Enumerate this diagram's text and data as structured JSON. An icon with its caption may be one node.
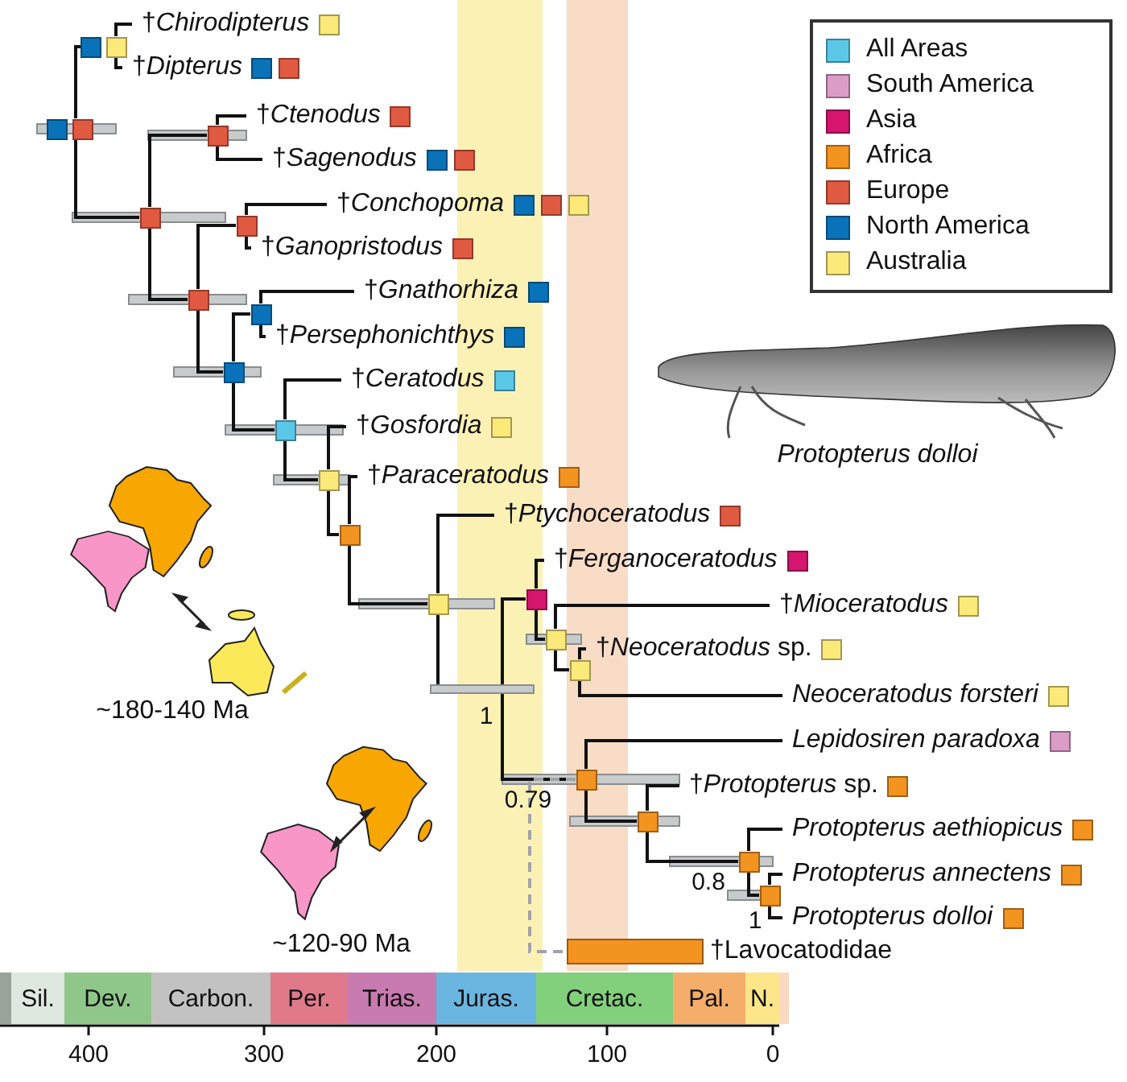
{
  "diagram": {
    "nodes": [
      {
        "text": [],
        "shape": "box"
      },
      {
        "text": [],
        "shape": "box"
      },
      {
        "text": [
          "†*Chirodipterus*"
        ]
      },
      {
        "text": [
          "†*Dipterus*"
        ]
      },
      {
        "text": [],
        "shape": "box"
      },
      {
        "text": [],
        "shape": "box"
      },
      {
        "text": [
          "†*Ctenodus*"
        ]
      },
      {
        "text": [
          "†*Sagenodus*"
        ]
      },
      {
        "text": [],
        "shape": "box"
      },
      {
        "text": [],
        "shape": "box"
      },
      {
        "text": [
          "†*Conchopoma*"
        ]
      },
      {
        "text": [
          "†*Ganopristodus*"
        ]
      },
      {
        "text": [],
        "shape": "box"
      },
      {
        "text": [],
        "shape": "box"
      },
      {
        "text": [
          "†*Gnathorhiza*"
        ]
      },
      {
        "text": [
          "†*Persephonichthys*"
        ]
      },
      {
        "text": [],
        "shape": "box"
      },
      {
        "text": [
          "†*Ceratodus*"
        ]
      },
      {
        "text": [],
        "shape": "box"
      },
      {
        "text": [
          "†*Gosfordia*"
        ]
      },
      {
        "text": [],
        "shape": "box"
      },
      {
        "text": [
          "†*Paraceratodus*"
        ]
      },
      {
        "text": [],
        "shape": "box"
      },
      {
        "text": [
          "†*Ptychoceratodus*"
        ]
      },
      {
        "text": [],
        "shape": "bar"
      },
      {
        "text": [],
        "shape": "box"
      },
      {
        "text": [
          "†*Ferganoceratodus*"
        ]
      },
      {
        "text": [],
        "shape": "box"
      },
      {
        "text": [
          "†*Mioceratodus*"
        ]
      },
      {
        "text": [],
        "shape": "box"
      },
      {
        "text": [
          "†*Neoceratodus* sp."
        ]
      },
      {
        "text": [
          "Neoceratodus forsteri"
        ]
      },
      {
        "text": [],
        "shape": "box"
      },
      {
        "text": [
          "Lepidosiren paradoxa"
        ]
      },
      {
        "text": [],
        "shape": "box"
      },
      {
        "text": [
          "†*Protopterus* sp."
        ]
      },
      {
        "text": [],
        "shape": "box"
      },
      {
        "text": [
          "Protopterus aethiopicus"
        ]
      },
      {
        "text": [],
        "shape": "box"
      },
      {
        "text": [
          "Protopterus annectens"
        ]
      },
      {
        "text": [
          "Protopterus dolloi"
        ]
      },
      {
        "text": [
          "†Lavocatodidae"
        ]
      }
    ],
    "edges": [
      {
        "from": 0,
        "to": 1,
        "arrow": "none"
      },
      {
        "from": 1,
        "to": 2,
        "arrow": "none"
      },
      {
        "from": 1,
        "to": 3,
        "arrow": "none"
      },
      {
        "from": 0,
        "to": 4,
        "arrow": "none"
      },
      {
        "from": 4,
        "to": 5,
        "arrow": "none"
      },
      {
        "from": 5,
        "to": 6,
        "arrow": "none"
      },
      {
        "from": 5,
        "to": 7,
        "arrow": "none"
      },
      {
        "from": 4,
        "to": 8,
        "arrow": "none"
      },
      {
        "from": 8,
        "to": 9,
        "arrow": "none"
      },
      {
        "from": 9,
        "to": 10,
        "arrow": "none"
      },
      {
        "from": 9,
        "to": 11,
        "arrow": "none"
      },
      {
        "from": 8,
        "to": 12,
        "arrow": "none"
      },
      {
        "from": 12,
        "to": 13,
        "arrow": "none"
      },
      {
        "from": 13,
        "to": 14,
        "arrow": "none"
      },
      {
        "from": 13,
        "to": 15,
        "arrow": "none"
      },
      {
        "from": 12,
        "to": 16,
        "arrow": "none"
      },
      {
        "from": 16,
        "to": 17,
        "arrow": "none"
      },
      {
        "from": 16,
        "to": 18,
        "arrow": "none"
      },
      {
        "from": 18,
        "to": 19,
        "arrow": "none"
      },
      {
        "from": 18,
        "to": 20,
        "arrow": "none"
      },
      {
        "from": 20,
        "to": 21,
        "arrow": "none"
      },
      {
        "from": 20,
        "to": 22,
        "arrow": "none"
      },
      {
        "from": 22,
        "to": 23,
        "arrow": "none"
      },
      {
        "from": 22,
        "to": 24,
        "arrow": "none"
      },
      {
        "from": 24,
        "to": 25,
        "arrow": "none"
      },
      {
        "from": 25,
        "to": 26,
        "arrow": "none"
      },
      {
        "from": 25,
        "to": 27,
        "arrow": "none"
      },
      {
        "from": 27,
        "to": 28,
        "arrow": "none"
      },
      {
        "from": 27,
        "to": 29,
        "arrow": "none"
      },
      {
        "from": 29,
        "to": 30,
        "arrow": "none"
      },
      {
        "from": 29,
        "to": 31,
        "arrow": "none"
      },
      {
        "from": 24,
        "to": 32,
        "arrow": "none"
      },
      {
        "from": 32,
        "to": 33,
        "arrow": "none"
      },
      {
        "from": 32,
        "to": 34,
        "arrow": "none"
      },
      {
        "from": 34,
        "to": 35,
        "arrow": "none"
      },
      {
        "from": 34,
        "to": 36,
        "arrow": "none"
      },
      {
        "from": 36,
        "to": 37,
        "arrow": "none"
      },
      {
        "from": 36,
        "to": 38,
        "arrow": "none"
      },
      {
        "from": 38,
        "to": 39,
        "arrow": "none"
      },
      {
        "from": 38,
        "to": 40,
        "arrow": "none"
      },
      {
        "from": 32,
        "to": 41,
        "arrow": "none",
        "style": "dashed",
        "color": "#a0a4a8"
      }
    ],
    "labels": [
      "Protopterus dolloi",
      "~180-140 Ma",
      "1",
      "0.79",
      "0.8",
      "1",
      "~120-90 Ma",
      "Sil.",
      "Dev.",
      "Carbon.",
      "Per.",
      "Trias.",
      "Juras.",
      "Cretac.",
      "Pal.",
      "N.",
      "400",
      "300",
      "200",
      "100",
      "0"
    ],
    "legend": [
      {
        "text": "All Areas",
        "color": "#5bc8e8"
      },
      {
        "text": "South America",
        "color": "#dc9cc8"
      },
      {
        "text": "Asia",
        "color": "#d6156f"
      },
      {
        "text": "Africa",
        "color": "#f39320"
      },
      {
        "text": "Europe",
        "color": "#e05a42"
      },
      {
        "text": "North America",
        "color": "#0a72b8"
      },
      {
        "text": "Australia",
        "color": "#fbe97a"
      }
    ]
  }
}
